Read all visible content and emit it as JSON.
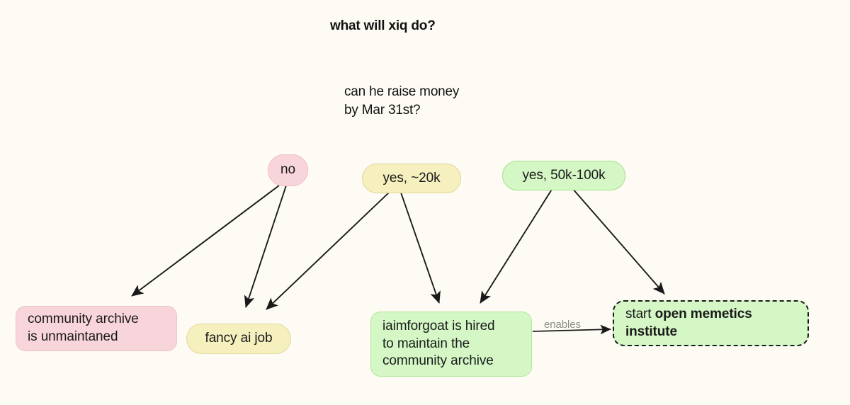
{
  "diagram": {
    "title": "what will xiq do?",
    "question": "can he raise money\nby Mar 31st?",
    "background_color": "#fdfbf3",
    "nodes": {
      "no": {
        "label": "no",
        "fill": "#f8d5da",
        "shape": "pill"
      },
      "yes_20k": {
        "label": "yes, ~20k",
        "fill": "#f6efbe",
        "shape": "pill"
      },
      "yes_50k": {
        "label": "yes, 50k-100k",
        "fill": "#d4f7c5",
        "shape": "pill"
      },
      "community_archive": {
        "label": "community archive\nis unmaintaned",
        "fill": "#f8d5da",
        "shape": "rounded-box"
      },
      "fancy_ai_job": {
        "label": "fancy ai job",
        "fill": "#f6efbe",
        "shape": "pill"
      },
      "iaimforgoat": {
        "label": "iaimforgoat is hired\nto maintain the\ncommunity archive",
        "fill": "#d4f7c5",
        "shape": "rounded-box"
      },
      "open_memetics": {
        "label_prefix": "start ",
        "label_bold": "open memetics\ninstitute",
        "fill": "#d4f7c5",
        "shape": "rounded-box-dashed"
      }
    },
    "edges": [
      {
        "id": "no-to-community-archive",
        "from": "no",
        "to": "community_archive",
        "label": ""
      },
      {
        "id": "no-to-fancy-ai-job",
        "from": "no",
        "to": "fancy_ai_job",
        "label": ""
      },
      {
        "id": "yes20k-to-fancy-ai-job",
        "from": "yes_20k",
        "to": "fancy_ai_job",
        "label": ""
      },
      {
        "id": "yes20k-to-iaimforgoat",
        "from": "yes_20k",
        "to": "iaimforgoat",
        "label": ""
      },
      {
        "id": "yes50k-to-iaimforgoat",
        "from": "yes_50k",
        "to": "iaimforgoat",
        "label": ""
      },
      {
        "id": "yes50k-to-open-memetics",
        "from": "yes_50k",
        "to": "open_memetics",
        "label": ""
      },
      {
        "id": "iaimforgoat-to-open-memetics",
        "from": "iaimforgoat",
        "to": "open_memetics",
        "label": "enables"
      }
    ],
    "edge_labels": {
      "enables": "enables"
    }
  }
}
